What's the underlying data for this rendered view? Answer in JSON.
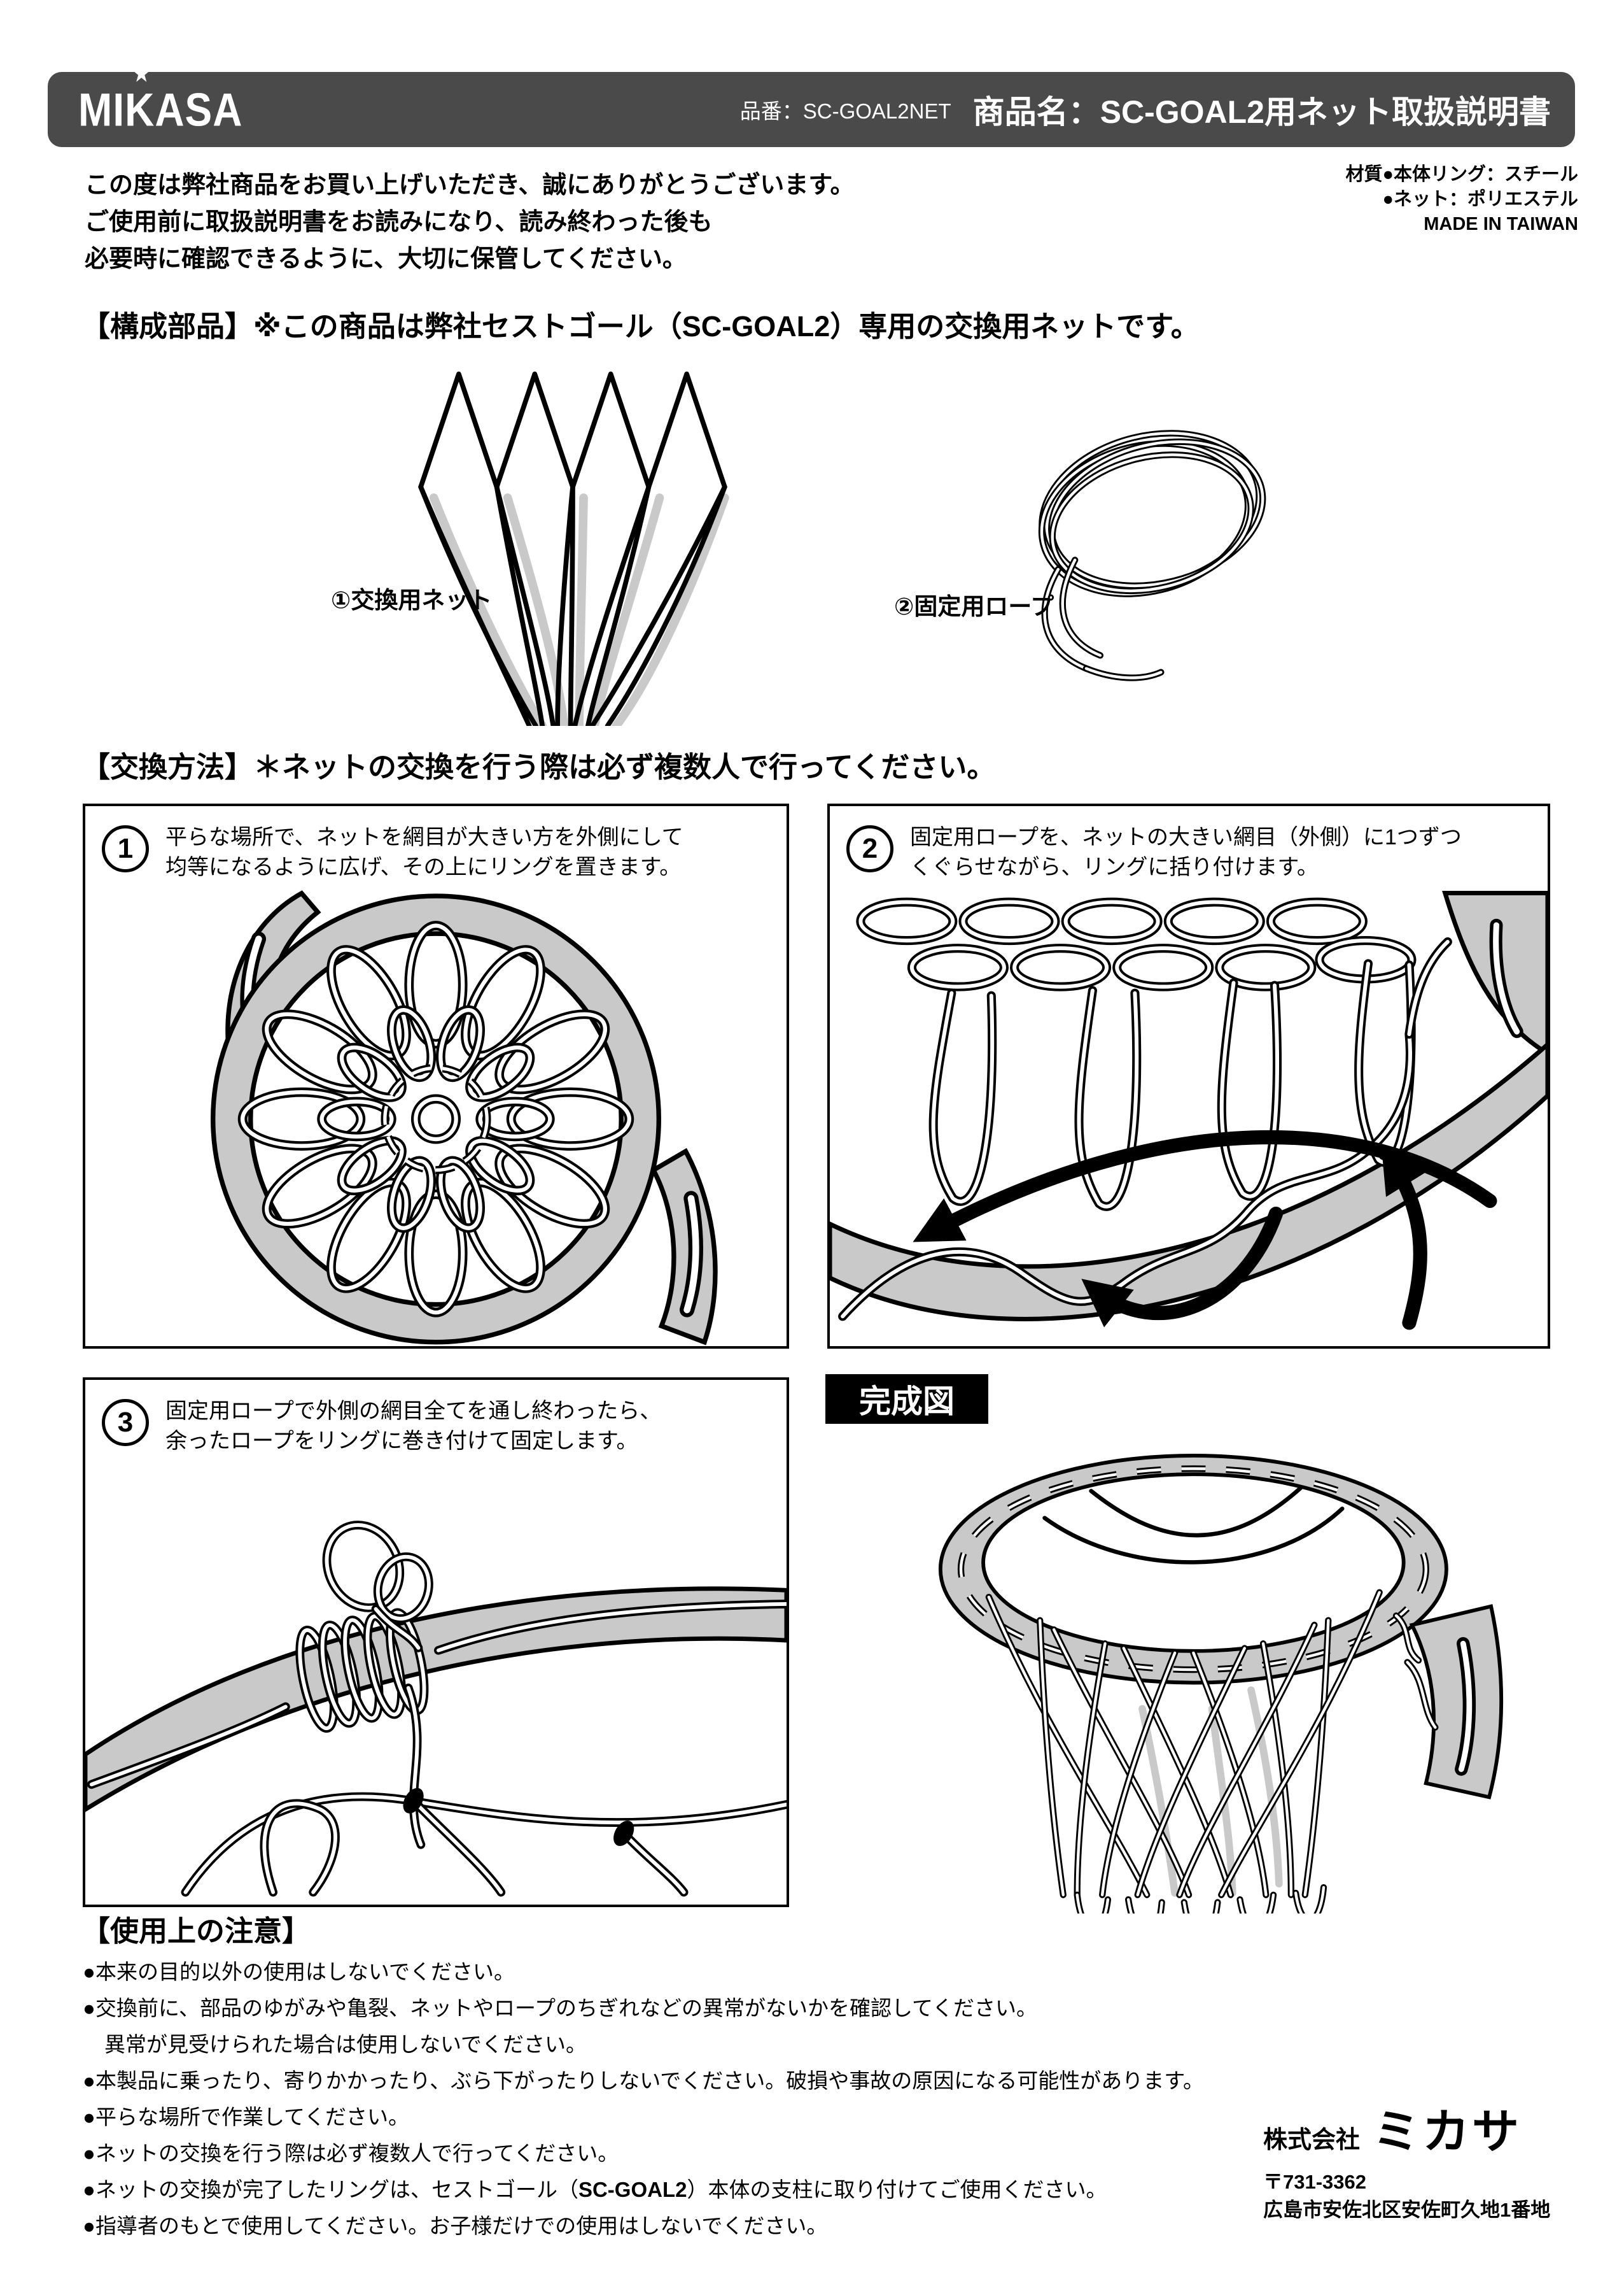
{
  "colors": {
    "header_bg": "#4a4a4b",
    "ring_gray": "#c9c9c9",
    "finished_label_bg": "#000000"
  },
  "header": {
    "brand": "MIKASA",
    "logo_star": "★",
    "part_no": "品番：SC-GOAL2NET",
    "product_name": "商品名：SC-GOAL2用ネット取扱説明書"
  },
  "intro": {
    "lines": [
      "この度は弊社商品をお買い上げいただき、誠にありがとうございます。",
      "ご使用前に取扱説明書をお読みになり、読み終わった後も",
      "必要時に確認できるように、大切に保管してください。"
    ]
  },
  "materials": {
    "lines": [
      "材質●本体リング：スチール",
      "●ネット：ポリエステル",
      "MADE IN TAIWAN"
    ]
  },
  "components": {
    "heading": "【構成部品】※この商品は弊社セストゴール（SC-GOAL2）専用の交換用ネットです。",
    "items": [
      {
        "label": "①交換用ネット"
      },
      {
        "label": "②固定用ロープ"
      }
    ]
  },
  "method": {
    "heading": "【交換方法】＊ネットの交換を行う際は必ず複数人で行ってください。",
    "steps": [
      {
        "number": "1",
        "line1": "平らな場所で、ネットを網目が大きい方を外側にして",
        "line2": "均等になるように広げ、その上にリングを置きます。"
      },
      {
        "number": "2",
        "line1": "固定用ロープを、ネットの大きい網目（外側）に1つずつ",
        "line2": "くぐらせながら、リングに括り付けます。"
      },
      {
        "number": "3",
        "line1": "固定用ロープで外側の網目全てを通し終わったら、",
        "line2": "余ったロープをリングに巻き付けて固定します。"
      }
    ],
    "finished_label": "完成図"
  },
  "cautions": {
    "heading": "【使用上の注意】",
    "bullet": "●",
    "items": [
      {
        "text": "本来の目的以外の使用はしないでください。"
      },
      {
        "text": "交換前に、部品のゆがみや亀裂、ネットやロープのちぎれなどの異常がないかを確認してください。"
      },
      {
        "text": "異常が見受けられた場合は使用しないでください。",
        "continuation": true
      },
      {
        "text": "本製品に乗ったり、寄りかかったり、ぶら下がったりしないでください。破損や事故の原因になる可能性があります。"
      },
      {
        "text": "平らな場所で作業してください。"
      },
      {
        "text": "ネットの交換を行う際は必ず複数人で行ってください。"
      },
      {
        "pre": "ネットの交換が完了したリングは、セストゴール（",
        "bold": "SC-GOAL2",
        "post": "）本体の支柱に取り付けてご使用ください。"
      },
      {
        "text": "指導者のもとで使用してください。お子様だけでの使用はしないでください。"
      }
    ]
  },
  "footer": {
    "company_prefix": "株式会社",
    "company_name": "ミカサ",
    "postal": "〒731-3362",
    "address": "広島市安佐北区安佐町久地1番地"
  }
}
